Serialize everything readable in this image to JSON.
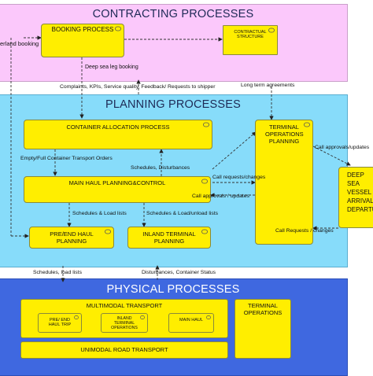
{
  "lanes": {
    "contracting": {
      "title": "CONTRACTING PROCESSES",
      "color": "#fbc8fb"
    },
    "planning": {
      "title": "PLANNING PROCESSES",
      "color": "#87dcfa"
    },
    "physical": {
      "title": "PHYSICAL PROCESSES",
      "color": "#3f68e0"
    }
  },
  "boxes": {
    "booking": "BOOKING PROCESS",
    "contractual": "CONTRACTUAL STRUCTURE",
    "container_alloc": "CONTAINER ALLOCATION PROCESS",
    "terminal_ops_planning": "TERMINAL OPERATIONS PLANNING",
    "main_haul": "MAIN HAUL PLANNING&CONTROL",
    "pre_end_haul": "PRE/END HAUL PLANNING",
    "inland_terminal_planning": "INLAND TERMINAL PLANNING",
    "deep_sea": "DEEP SEA VESSEL ARRIVAL DEPARTURE",
    "multimodal": "MULTIMODAL TRANSPORT",
    "pre_end_trip": "PRE/ END HAUL TRIP",
    "inland_terminal_ops": "INLAND TERMINAL OPERATIONS",
    "main_haul_small": "MAIN HAUL",
    "unimodal": "UNIMODAL ROAD TRANSPORT",
    "terminal_operations": "TERMINAL OPERATIONS"
  },
  "labels": {
    "inland_booking": "erland booking",
    "deep_sea_booking": "Deep sea leg booking",
    "complaints": "Complaints, KPIs, Service quality, Feedback/ Requests to shipper",
    "long_term": "Long term agreements",
    "empty_full": "Empty/Full Container Transport Orders",
    "schedules_disturbances": "Schedules, Disturbances",
    "call_requests_changes": "Call requests/changes",
    "call_approvals_updates": "Call approvals / updates",
    "call_approvals_updates_right": "Call approvals/updates",
    "schedules_load_lists": "Schedules & Load lists",
    "schedules_load_unload": "Schedules & Load/unload lists",
    "call_requests_changes_right": "Call Requests / changes",
    "schedules_load_lists_bottom": "Schedules, load lists",
    "disturbances_status": "Disturbances, Container Status"
  }
}
